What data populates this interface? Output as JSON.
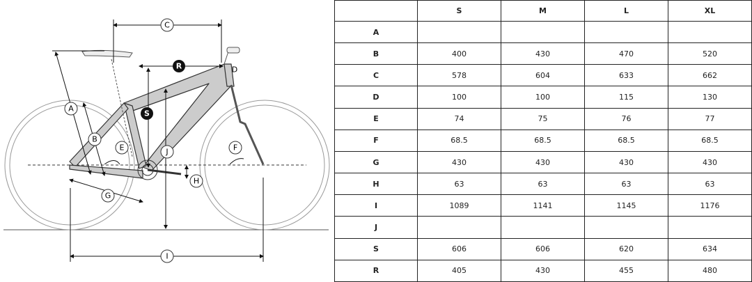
{
  "diagram": {
    "labels": {
      "A": "A",
      "B": "B",
      "C": "C",
      "E": "E",
      "F": "F",
      "G": "G",
      "H": "H",
      "I": "I",
      "J": "J",
      "S": "S",
      "R": "R",
      "D": "D"
    }
  },
  "table": {
    "columns": [
      "",
      "S",
      "M",
      "L",
      "XL"
    ],
    "rows": [
      {
        "label": "A",
        "values": [
          "",
          "",
          "",
          ""
        ]
      },
      {
        "label": "B",
        "values": [
          "400",
          "430",
          "470",
          "520"
        ]
      },
      {
        "label": "C",
        "values": [
          "578",
          "604",
          "633",
          "662"
        ]
      },
      {
        "label": "D",
        "values": [
          "100",
          "100",
          "115",
          "130"
        ]
      },
      {
        "label": "E",
        "values": [
          "74",
          "75",
          "76",
          "77"
        ]
      },
      {
        "label": "F",
        "values": [
          "68.5",
          "68.5",
          "68.5",
          "68.5"
        ]
      },
      {
        "label": "G",
        "values": [
          "430",
          "430",
          "430",
          "430"
        ]
      },
      {
        "label": "H",
        "values": [
          "63",
          "63",
          "63",
          "63"
        ]
      },
      {
        "label": "I",
        "values": [
          "1089",
          "1141",
          "1145",
          "1176"
        ]
      },
      {
        "label": "J",
        "values": [
          "",
          "",
          "",
          ""
        ]
      },
      {
        "label": "S",
        "values": [
          "606",
          "606",
          "620",
          "634"
        ]
      },
      {
        "label": "R",
        "values": [
          "405",
          "430",
          "455",
          "480"
        ]
      }
    ]
  }
}
